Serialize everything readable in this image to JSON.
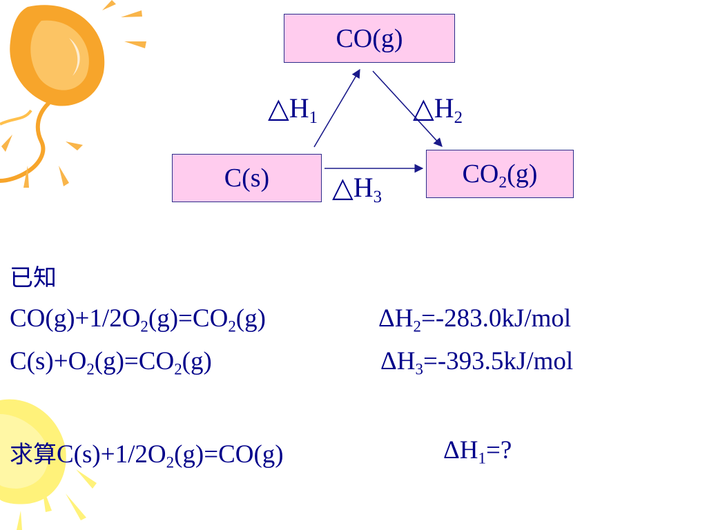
{
  "diagram": {
    "nodes": {
      "co": {
        "label": "CO(g)"
      },
      "c": {
        "label": "C(s)"
      },
      "co2": {
        "label_pre": "CO",
        "label_sub": "2",
        "label_post": "(g)"
      }
    },
    "edges": [
      {
        "from": "c",
        "to": "co",
        "symbol": "△",
        "label": "H",
        "sub": "1"
      },
      {
        "from": "co",
        "to": "co2",
        "symbol": "△",
        "label": "H",
        "sub": "2"
      },
      {
        "from": "c",
        "to": "co2",
        "symbol": "△",
        "label": "H",
        "sub": "3"
      }
    ]
  },
  "text": {
    "known": "已知",
    "eq1": {
      "p1": "CO(g)+1/2O",
      "s1": "2",
      "p2": "(g)=CO",
      "s2": "2",
      "p3": "(g)",
      "dh_label": "ΔH",
      "dh_sub": "2",
      "dh_value": "=-283.0kJ/mol"
    },
    "eq2": {
      "p1": "C(s)+O",
      "s1": "2",
      "p2": "(g)=CO",
      "s2": "2",
      "p3": "(g)",
      "dh_label": "ΔH",
      "dh_sub": "3",
      "dh_value": "=-393.5kJ/mol"
    },
    "ask": {
      "prefix": "求算",
      "p1": "C(s)+1/2O",
      "s1": "2",
      "p2": "(g)=CO(g)",
      "dh_label": "ΔH",
      "dh_sub": "1",
      "dh_value": "=?"
    }
  },
  "colors": {
    "text": "#00008a",
    "box_fill": "#ffccee",
    "box_border": "#2b2b8a",
    "decor_orange": "#f7a52b",
    "decor_yellow": "#fff27a"
  },
  "decorations": [
    "sun-balloon-illustration",
    "sun-ray-dashes"
  ]
}
